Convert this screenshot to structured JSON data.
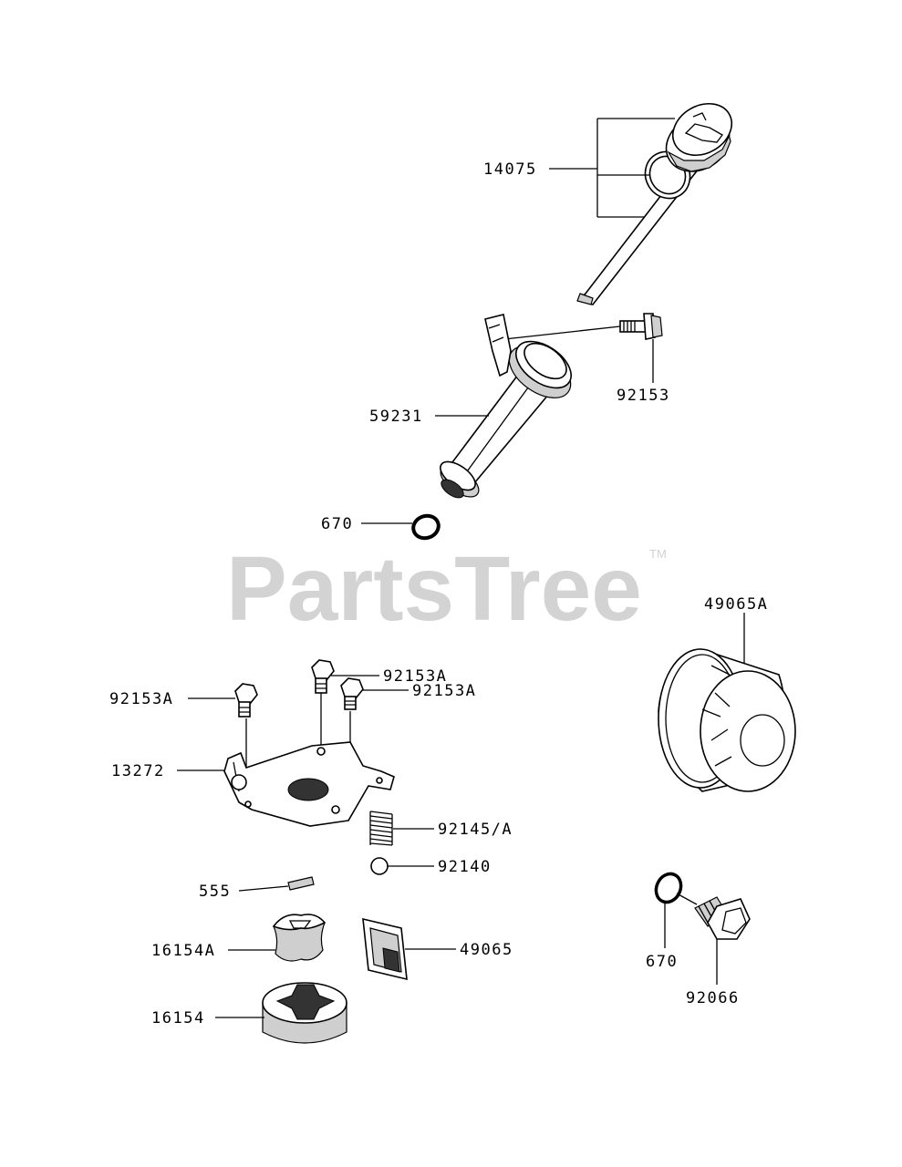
{
  "watermark": {
    "brand": "PartsTree",
    "trademark": "TM"
  },
  "callouts": {
    "dipstick": "14075",
    "tube_bolt": "92153",
    "oil_filler_tube": "59231",
    "tube_oring": "670",
    "oil_filter": "49065A",
    "plate_bolt_top": "92153A",
    "plate_bolt_left": "92153A",
    "plate_bolt_right": "92153A",
    "plate": "13272",
    "spring": "92145/A",
    "ball": "92140",
    "key": "555",
    "inner_rotor": "16154A",
    "screen": "49065",
    "outer_rotor": "16154",
    "drain_oring": "670",
    "drain_plug": "92066"
  }
}
